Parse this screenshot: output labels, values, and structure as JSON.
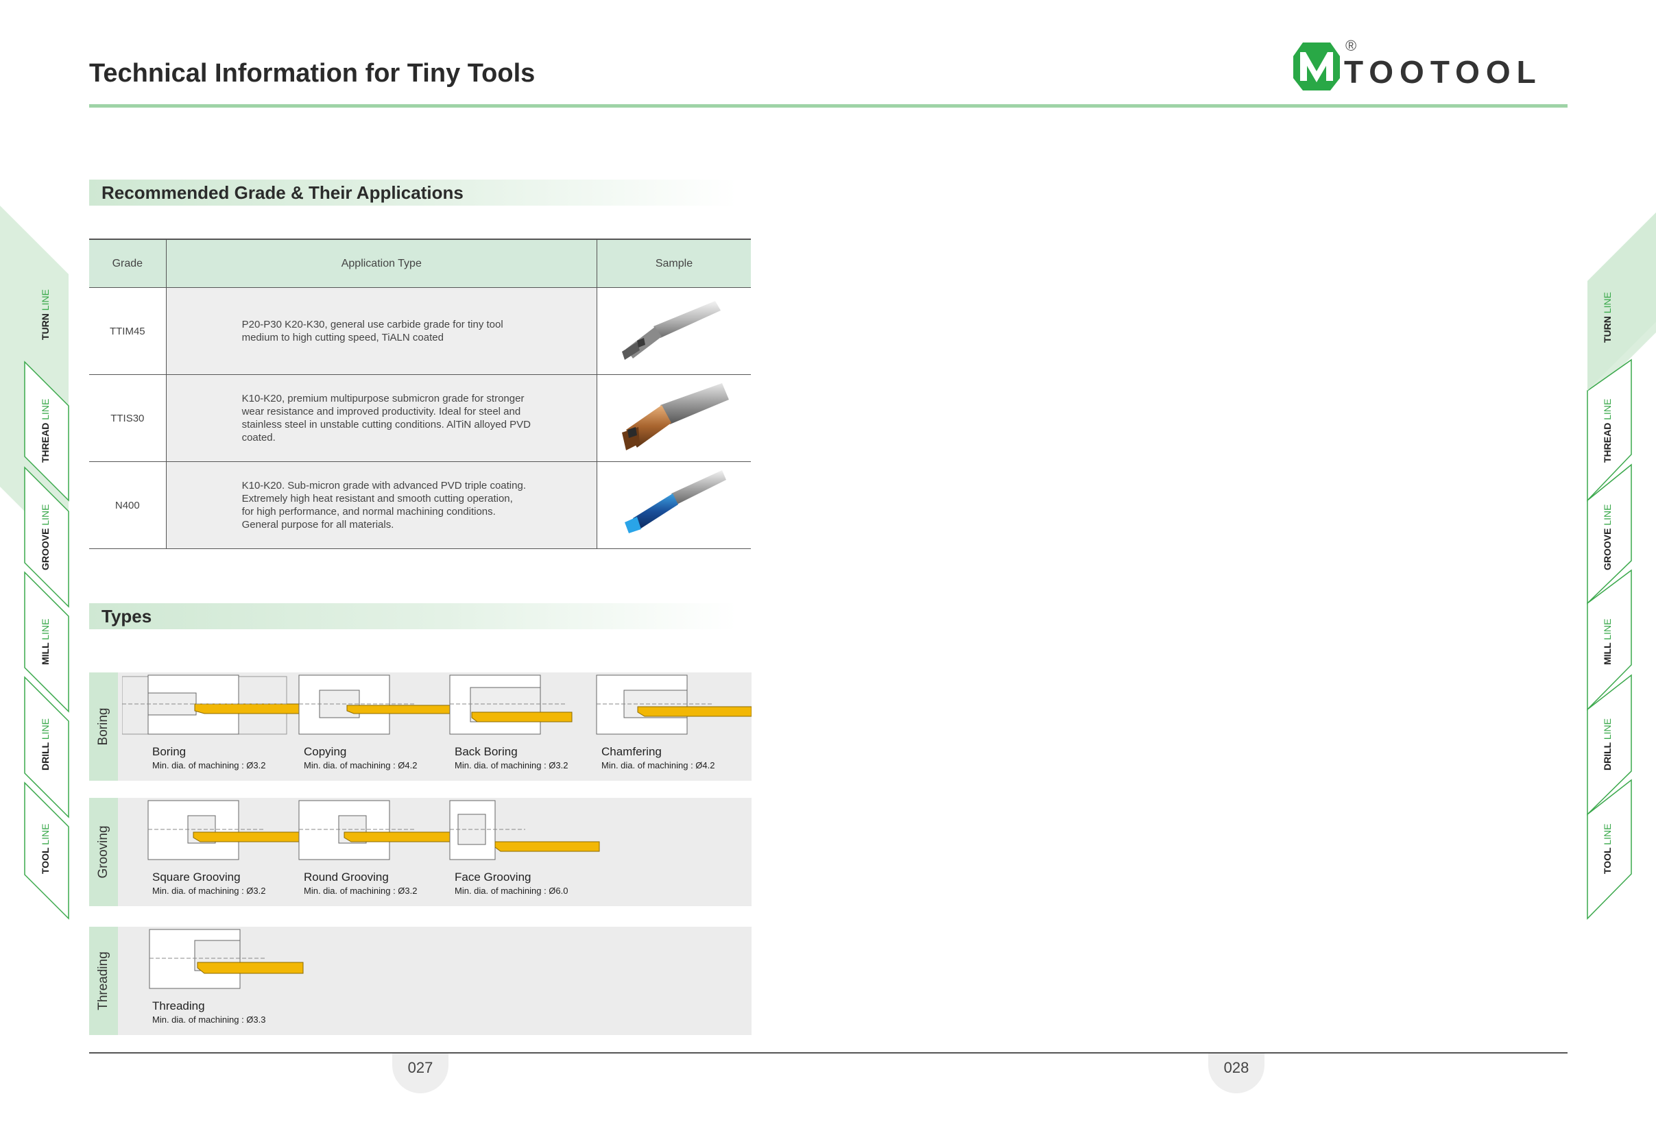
{
  "header": {
    "title": "Technical Information for Tiny Tools",
    "brand": "TOOTOOL",
    "registered": "®",
    "brand_color": "#29a846",
    "accent_rule_color": "#9ed3a6"
  },
  "grades_section": {
    "heading": "Recommended Grade & Their Applications",
    "columns": [
      "Grade",
      "Application Type",
      "Sample"
    ],
    "rows": [
      {
        "grade": "TTIM45",
        "lines": [
          "P20-P30 K20-K30, general use carbide grade for tiny tool",
          "medium to high cutting speed, TiALN coated"
        ],
        "sample_icon": "silver-boring-bar-image"
      },
      {
        "grade": "TTIS30",
        "lines": [
          "K10-K20, premium multipurpose submicron grade for stronger",
          "wear resistance and improved productivity. Ideal for steel and",
          "stainless steel in unstable cutting conditions. AlTiN alloyed PVD",
          "coated."
        ],
        "sample_icon": "bronze-boring-bar-image"
      },
      {
        "grade": "N400",
        "lines": [
          "K10-K20. Sub-micron grade with advanced PVD triple coating.",
          "Extremely high heat resistant and smooth cutting operation,",
          "for high performance, and normal machining conditions.",
          "General purpose for all materials."
        ],
        "sample_icon": "blue-boring-bar-image"
      }
    ]
  },
  "types_section": {
    "heading": "Types",
    "groups": [
      {
        "label": "Boring",
        "items": [
          {
            "name": "Boring",
            "min": "Min. dia. of machining : Ø3.2"
          },
          {
            "name": "Copying",
            "min": "Min. dia. of machining : Ø4.2"
          },
          {
            "name": "Back Boring",
            "min": "Min. dia. of machining : Ø3.2"
          },
          {
            "name": "Chamfering",
            "min": "Min. dia. of machining : Ø4.2"
          }
        ]
      },
      {
        "label": "Grooving",
        "items": [
          {
            "name": "Square Grooving",
            "min": "Min. dia. of machining : Ø3.2"
          },
          {
            "name": "Round Grooving",
            "min": "Min. dia. of machining : Ø3.2"
          },
          {
            "name": "Face Grooving",
            "min": "Min. dia. of machining : Ø6.0"
          }
        ]
      },
      {
        "label": "Threading",
        "items": [
          {
            "name": "Threading",
            "min": "Min. dia. of machining : Ø3.3"
          }
        ]
      }
    ]
  },
  "side_tabs": [
    {
      "bold": "TURN",
      "light": "LINE"
    },
    {
      "bold": "THREAD",
      "light": "LINE"
    },
    {
      "bold": "GROOVE",
      "light": "LINE"
    },
    {
      "bold": "MILL",
      "light": "LINE"
    },
    {
      "bold": "DRILL",
      "light": "LINE"
    },
    {
      "bold": "TOOL",
      "light": "LINE"
    }
  ],
  "footer": {
    "left_page": "027",
    "right_page": "028"
  },
  "colors": {
    "tool_gold": "#f2b705",
    "panel_bg": "#ececec",
    "side_green": "#cfe8d3",
    "tab_green": "#39a84a"
  }
}
